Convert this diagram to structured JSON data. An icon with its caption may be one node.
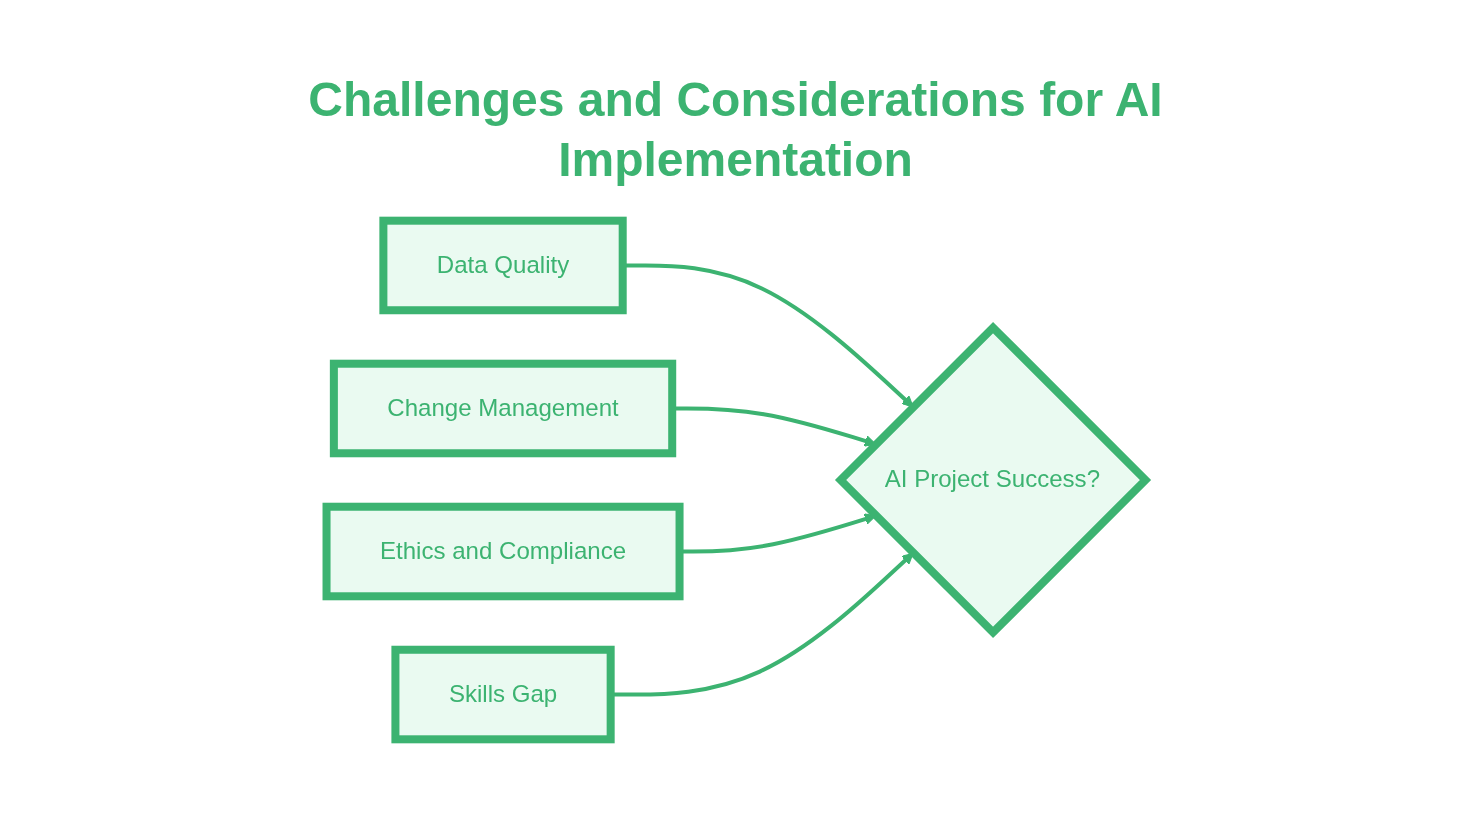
{
  "diagram": {
    "title": "Challenges and Considerations for AI Implementation",
    "nodes": [
      {
        "text": [
          "Data Quality"
        ]
      },
      {
        "text": [
          "Change Management"
        ]
      },
      {
        "text": [
          "Ethics and Compliance"
        ]
      },
      {
        "text": [
          "Skills Gap"
        ]
      },
      {
        "text": [
          "AI Project Success?"
        ]
      }
    ],
    "edges": [
      {
        "from": 0,
        "to": 4,
        "arrow": "to"
      },
      {
        "from": 1,
        "to": 4,
        "arrow": "to"
      },
      {
        "from": 2,
        "to": 4,
        "arrow": "to"
      },
      {
        "from": 3,
        "to": 4,
        "arrow": "to"
      }
    ]
  }
}
